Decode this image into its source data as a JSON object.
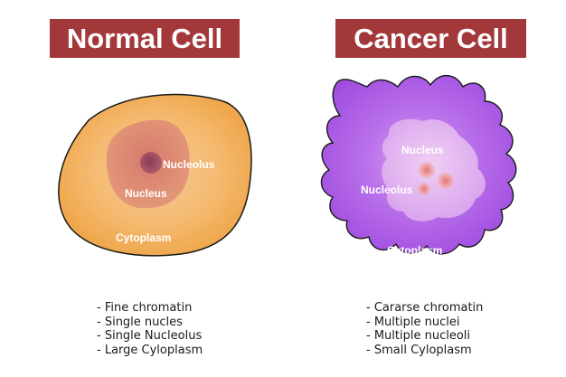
{
  "normal": {
    "title": "Normal Cell",
    "labels": {
      "nucleolus": "Nucleolus",
      "nucleus": "Nucleus",
      "cytoplasm": "Cytoplasm"
    },
    "traits": [
      "Fine chromatin",
      "Single nucles",
      "Single Nucleolus",
      "Large Cyloplasm"
    ]
  },
  "cancer": {
    "title": "Cancer Cell",
    "labels": {
      "nucleus": "Nucleus",
      "nucleolus": "Nucleolus",
      "cytoplasm": "Cytoplasm"
    },
    "traits": [
      "Cararse chromatin",
      "Multiple nuclei",
      "Multiple nucleoli",
      "Small Cyloplasm"
    ]
  },
  "colors": {
    "banner": "#a3383a",
    "normal_cytoplasm": "#f4b860",
    "normal_nucleus": "#d9826b",
    "normal_nucleolus": "#9c4a5c",
    "cancer_cytoplasm": "#b266e6",
    "cancer_nucleus": "#e6b8ee",
    "cancer_nucleolus": "#e89ca0"
  }
}
